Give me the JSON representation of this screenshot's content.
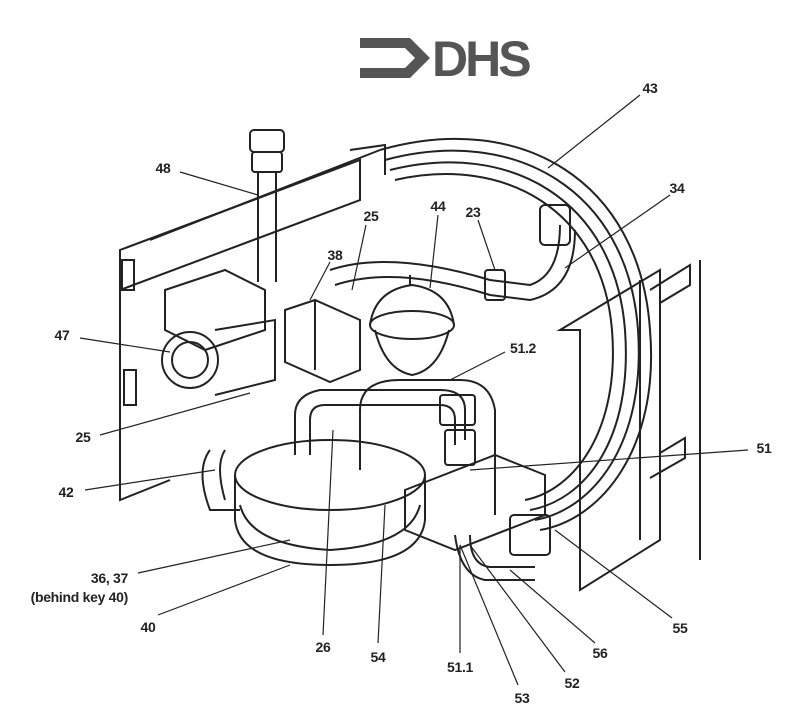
{
  "logo": {
    "text": "DHS"
  },
  "labels": {
    "k48": "48",
    "k43": "43",
    "k34": "34",
    "k44": "44",
    "k23": "23",
    "k25_top": "25",
    "k38": "38",
    "k47": "47",
    "k51_2": "51.2",
    "k25_left": "25",
    "k51": "51",
    "k42": "42",
    "k36_37": "36, 37",
    "k36_37_note": "(behind key 40)",
    "k40": "40",
    "k26": "26",
    "k54": "54",
    "k51_1": "51.1",
    "k53": "53",
    "k52": "52",
    "k56": "56",
    "k55": "55"
  }
}
